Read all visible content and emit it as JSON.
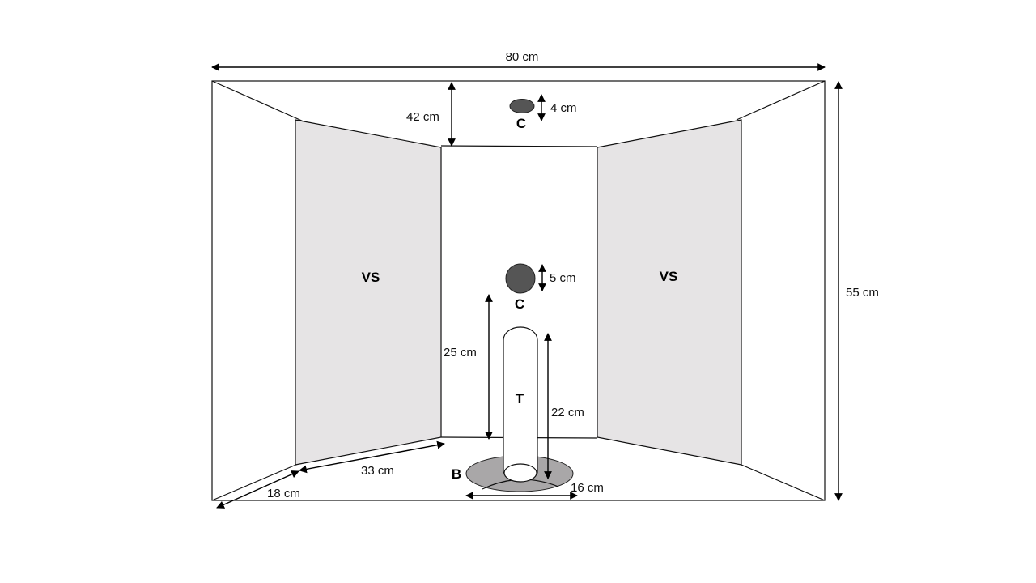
{
  "labels": {
    "vs_left": "VS",
    "vs_right": "VS",
    "c_top": "C",
    "c_mid": "C",
    "t": "T",
    "b": "B"
  },
  "dimensions": {
    "width": "80 cm",
    "height": "55 cm",
    "top_depth": "42 cm",
    "c_top_size": "4 cm",
    "c_mid_size": "5 cm",
    "c_height": "25 cm",
    "t_height": "22 cm",
    "vs_length": "33 cm",
    "bottom_depth": "18 cm",
    "base_width": "16 cm"
  },
  "colors": {
    "panel": "#e6e4e5",
    "cue": "#555555",
    "base": "#a9a7a8"
  }
}
